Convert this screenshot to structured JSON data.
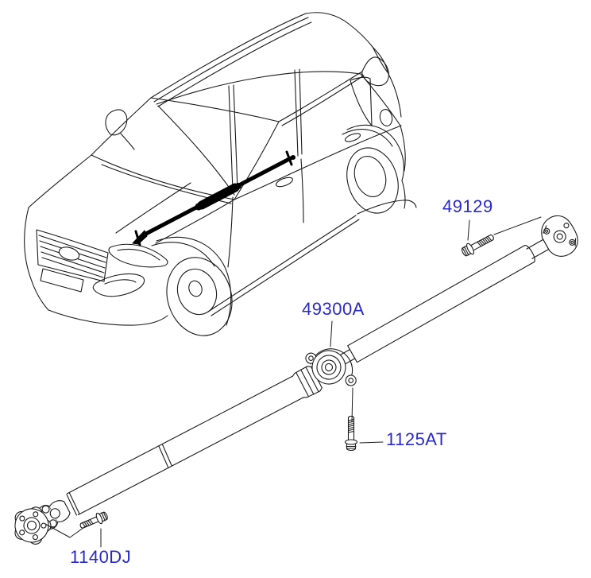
{
  "diagram": {
    "background": "#ffffff",
    "line_color": "#1a1a1a",
    "label_color": "#2929cc",
    "callouts": [
      {
        "label": "49129"
      },
      {
        "label": "49300A"
      },
      {
        "label": "1125AT"
      },
      {
        "label": "1140DJ"
      }
    ]
  }
}
